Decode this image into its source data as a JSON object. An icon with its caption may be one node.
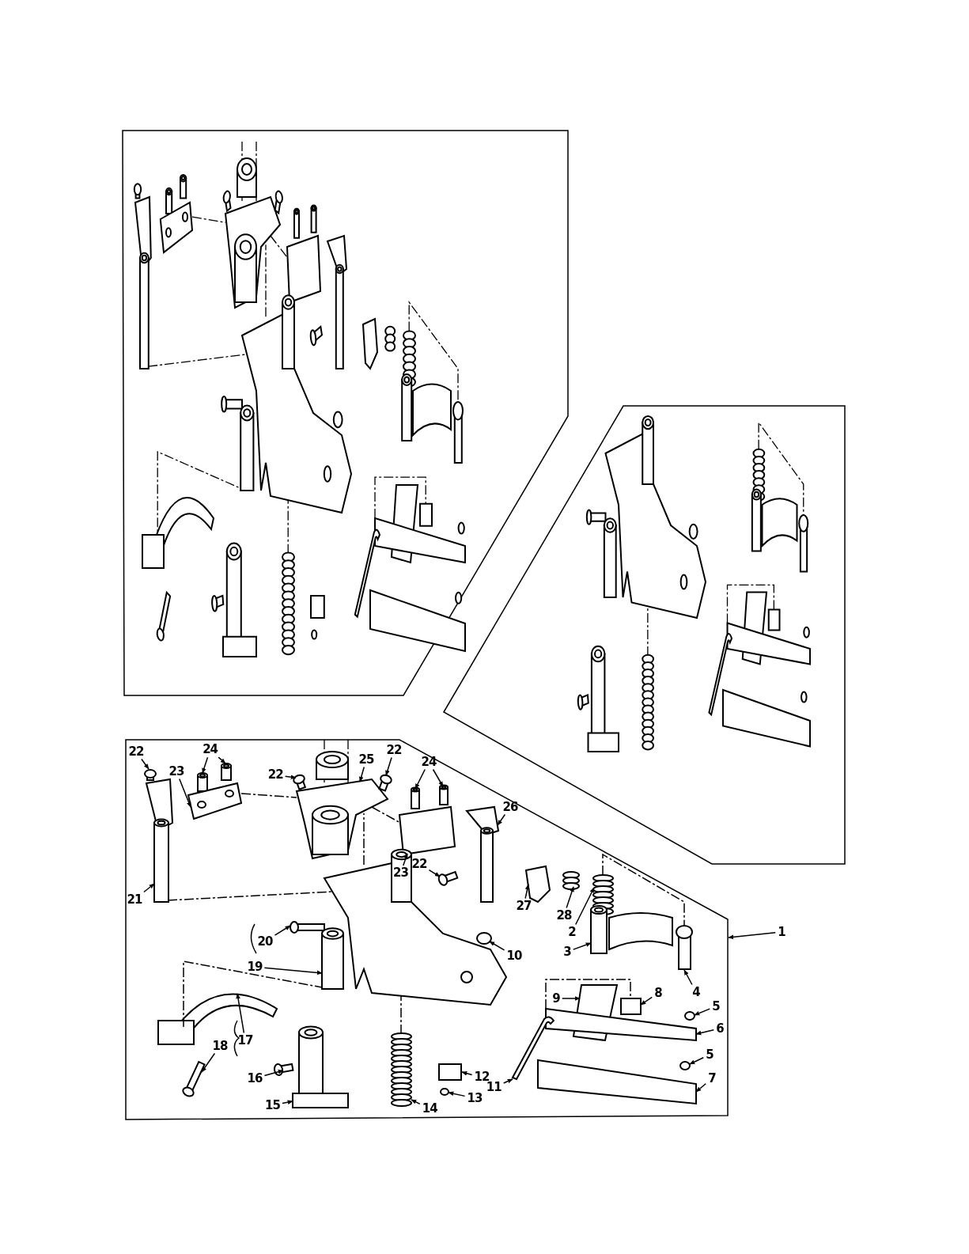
{
  "diagram": {
    "nodes": [
      {
        "text": [
          "22"
        ]
      },
      {
        "text": [
          "24"
        ]
      },
      {
        "text": [
          "23"
        ]
      },
      {
        "text": [
          "22"
        ]
      },
      {
        "text": [
          "25"
        ]
      },
      {
        "text": [
          "22"
        ]
      },
      {
        "text": [
          "24"
        ]
      },
      {
        "text": [
          "26"
        ]
      },
      {
        "text": [
          "23"
        ]
      },
      {
        "text": [
          "22"
        ]
      },
      {
        "text": [
          "21"
        ]
      },
      {
        "text": [
          "27"
        ]
      },
      {
        "text": [
          "28"
        ]
      },
      {
        "text": [
          "2"
        ]
      },
      {
        "text": [
          "1"
        ]
      },
      {
        "text": [
          "3"
        ]
      },
      {
        "text": [
          "20"
        ]
      },
      {
        "text": [
          "10"
        ]
      },
      {
        "text": [
          "19"
        ]
      },
      {
        "text": [
          "4"
        ]
      },
      {
        "text": [
          "9"
        ]
      },
      {
        "text": [
          "8"
        ]
      },
      {
        "text": [
          "5"
        ]
      },
      {
        "text": [
          "6"
        ]
      },
      {
        "text": [
          "17"
        ]
      },
      {
        "text": [
          "18"
        ]
      },
      {
        "text": [
          "5"
        ]
      },
      {
        "text": [
          "16"
        ]
      },
      {
        "text": [
          "12"
        ]
      },
      {
        "text": [
          "15"
        ]
      },
      {
        "text": [
          "7"
        ]
      },
      {
        "text": [
          "11"
        ]
      },
      {
        "text": [
          "13"
        ]
      },
      {
        "text": [
          "14"
        ]
      },
      {
        "text": [],
        "shape": "screw"
      },
      {
        "text": [],
        "shape": "pin"
      },
      {
        "text": [],
        "shape": "pin"
      },
      {
        "text": [],
        "shape": "link"
      },
      {
        "text": [],
        "shape": "screw"
      },
      {
        "text": [],
        "shape": "block"
      },
      {
        "text": [],
        "shape": "screw"
      },
      {
        "text": [],
        "shape": "pin"
      },
      {
        "text": [],
        "shape": "pin"
      },
      {
        "text": [],
        "shape": "lever"
      },
      {
        "text": [],
        "shape": "link"
      },
      {
        "text": [],
        "shape": "screw"
      },
      {
        "text": [],
        "shape": "lever"
      },
      {
        "text": [],
        "shape": "clamp"
      },
      {
        "text": [],
        "shape": "screw"
      },
      {
        "text": [],
        "shape": "spring"
      },
      {
        "text": [],
        "shape": "hinge"
      },
      {
        "text": [],
        "shape": "screw"
      },
      {
        "text": [],
        "shape": "screw"
      },
      {
        "text": [],
        "shape": "tube"
      },
      {
        "text": [],
        "shape": "screw"
      },
      {
        "text": [],
        "shape": "lever"
      },
      {
        "text": [],
        "shape": "plate"
      },
      {
        "text": [],
        "shape": "screw"
      },
      {
        "text": [],
        "shape": "plate"
      },
      {
        "text": [],
        "shape": "hook"
      },
      {
        "text": [],
        "shape": "screw"
      },
      {
        "text": [],
        "shape": "screw"
      },
      {
        "text": [],
        "shape": "screw"
      },
      {
        "text": [],
        "shape": "plate"
      },
      {
        "text": [],
        "shape": "foot"
      },
      {
        "text": [],
        "shape": "plate"
      },
      {
        "text": [],
        "shape": "wire"
      },
      {
        "text": [],
        "shape": "screw"
      },
      {
        "text": [],
        "shape": "spring"
      },
      {
        "text": [],
        "shape": "shaft"
      },
      {
        "text": [],
        "shape": "body"
      }
    ],
    "edges": [
      {
        "from": 0,
        "to": 34,
        "arrow": "to"
      },
      {
        "from": 1,
        "to": 35,
        "arrow": "to"
      },
      {
        "from": 1,
        "to": 36,
        "arrow": "to"
      },
      {
        "from": 2,
        "to": 37,
        "arrow": "to"
      },
      {
        "from": 3,
        "to": 38,
        "arrow": "to"
      },
      {
        "from": 4,
        "to": 39,
        "arrow": "to"
      },
      {
        "from": 5,
        "to": 40,
        "arrow": "to"
      },
      {
        "from": 6,
        "to": 41,
        "arrow": "to"
      },
      {
        "from": 6,
        "to": 42,
        "arrow": "to"
      },
      {
        "from": 7,
        "to": 43,
        "arrow": "to"
      },
      {
        "from": 8,
        "to": 44,
        "arrow": "to"
      },
      {
        "from": 9,
        "to": 45,
        "arrow": "to"
      },
      {
        "from": 10,
        "to": 46,
        "arrow": "to"
      },
      {
        "from": 11,
        "to": 47,
        "arrow": "to"
      },
      {
        "from": 12,
        "to": 48,
        "arrow": "to"
      },
      {
        "from": 13,
        "to": 49,
        "arrow": "to"
      },
      {
        "from": 14,
        "to": null,
        "arrow": "to"
      },
      {
        "from": 15,
        "to": 50,
        "arrow": "to"
      },
      {
        "from": 16,
        "to": 51,
        "arrow": "to"
      },
      {
        "from": 17,
        "to": 52,
        "arrow": "to"
      },
      {
        "from": 18,
        "to": 53,
        "arrow": "to"
      },
      {
        "from": 19,
        "to": 54,
        "arrow": "to"
      },
      {
        "from": 20,
        "to": 55,
        "arrow": "to"
      },
      {
        "from": 21,
        "to": 56,
        "arrow": "to"
      },
      {
        "from": 22,
        "to": 57,
        "arrow": "to"
      },
      {
        "from": 23,
        "to": 58,
        "arrow": "to"
      },
      {
        "from": 24,
        "to": 59,
        "arrow": "to"
      },
      {
        "from": 25,
        "to": 60,
        "arrow": "to"
      },
      {
        "from": 26,
        "to": 61,
        "arrow": "to"
      },
      {
        "from": 27,
        "to": 62,
        "arrow": "to"
      },
      {
        "from": 28,
        "to": 63,
        "arrow": "to"
      },
      {
        "from": 29,
        "to": 64,
        "arrow": "to"
      },
      {
        "from": 30,
        "to": 65,
        "arrow": "to"
      },
      {
        "from": 31,
        "to": 66,
        "arrow": "to"
      },
      {
        "from": 32,
        "to": 67,
        "arrow": "to"
      },
      {
        "from": 33,
        "to": 68,
        "arrow": "to"
      },
      {
        "from": 37,
        "to": 39,
        "arrow": "none",
        "style": "dashed"
      },
      {
        "from": 70,
        "to": 39,
        "arrow": "none",
        "style": "dashed"
      },
      {
        "from": 68,
        "to": 70,
        "arrow": "none",
        "style": "dashed"
      },
      {
        "from": 49,
        "to": 54,
        "arrow": "none",
        "style": "dashed"
      },
      {
        "from": 58,
        "to": 56,
        "arrow": "none",
        "style": "dashed"
      },
      {
        "from": 46,
        "to": 70,
        "arrow": "none",
        "style": "dashed"
      },
      {
        "from": 39,
        "to": 44,
        "arrow": "none",
        "style": "dashed"
      },
      {
        "from": 59,
        "to": 53,
        "arrow": "none",
        "style": "dashed"
      }
    ]
  }
}
